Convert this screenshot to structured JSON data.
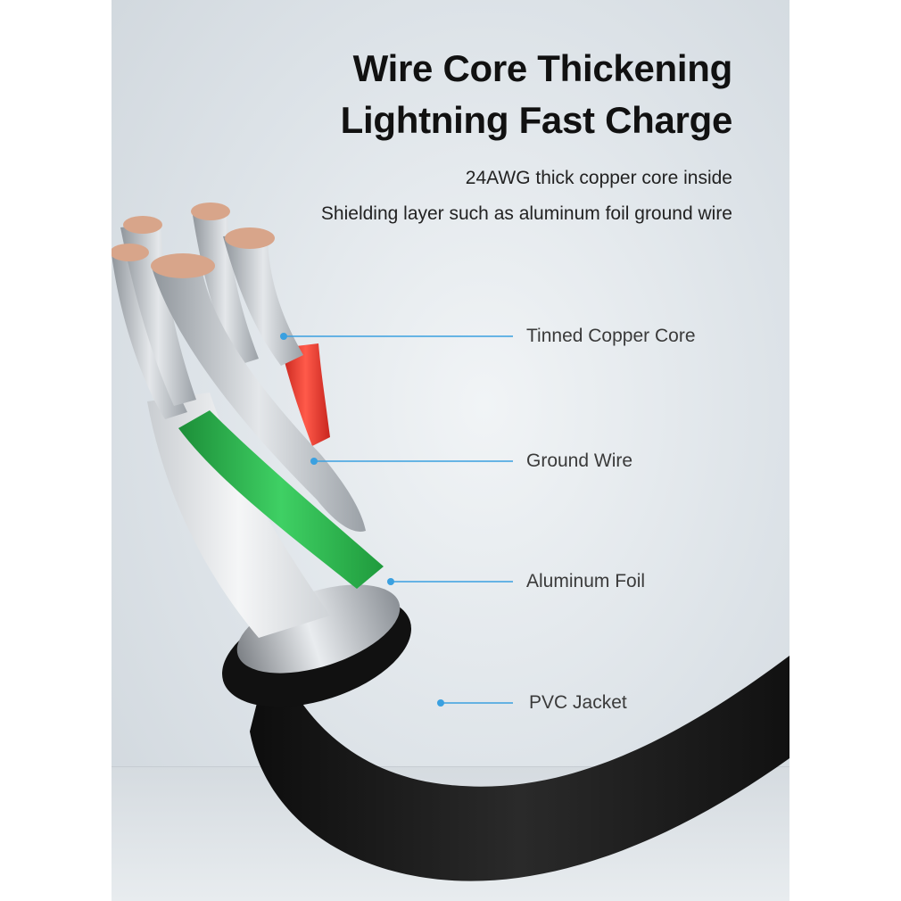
{
  "headline": {
    "line1": "Wire Core Thickening",
    "line2": "Lightning Fast Charge"
  },
  "subtitle": {
    "line1": "24AWG thick copper core inside",
    "line2": "Shielding layer such as aluminum foil ground wire"
  },
  "callouts": [
    {
      "label": "Tinned Copper Core"
    },
    {
      "label": "Ground Wire"
    },
    {
      "label": "Aluminum Foil"
    },
    {
      "label": "PVC Jacket"
    }
  ],
  "colors": {
    "accent": "#3aa0e0",
    "jacket": "#1b1b1b",
    "red_wire": "#e8322a",
    "green_wire": "#27b34a",
    "white_wire": "#e9ecee",
    "strand": "#b9bec3",
    "copper_tip": "#d8a58a"
  }
}
